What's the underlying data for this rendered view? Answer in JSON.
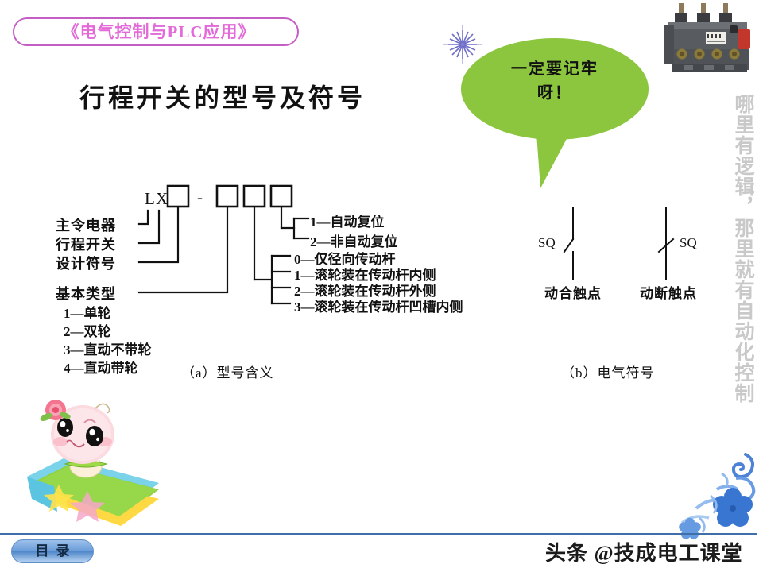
{
  "header": {
    "course_badge": "《电气控制与PLC应用》",
    "badge_border_color": "#c45ec4",
    "badge_text_color": "#e36ad8"
  },
  "title": "行程开关的型号及符号",
  "speech_bubble": {
    "line1": "一定要记牢",
    "line2": "呀！",
    "fill_color": "#8cc63e"
  },
  "slogan": "哪里有逻辑，那里就有自动化控制",
  "diagram_a": {
    "caption": "（a）型号含义",
    "model_prefix_l": "L",
    "model_prefix_x": "X",
    "model_dash": "-",
    "left_labels": [
      "主令电器",
      "行程开关",
      "设计符号",
      "基本类型"
    ],
    "basic_type_options": [
      "1—单轮",
      "2—双轮",
      "3—直动不带轮",
      "4—直动带轮"
    ],
    "reset_options": [
      "1—自动复位",
      "2—非自动复位"
    ],
    "roller_options": [
      "0—仅径向传动杆",
      "1—滚轮装在传动杆内侧",
      "2—滚轮装在传动杆外侧",
      "3—滚轮装在传动杆凹槽内侧"
    ]
  },
  "diagram_b": {
    "caption": "（b）电气符号",
    "no_contact": {
      "designator": "SQ",
      "label": "动合触点"
    },
    "nc_contact": {
      "designator": "SQ",
      "label": "动断触点"
    }
  },
  "footer": {
    "toc_label": "目录",
    "watermark": "头条 @技成电工课堂",
    "divider_color": "#3f6fa8"
  }
}
